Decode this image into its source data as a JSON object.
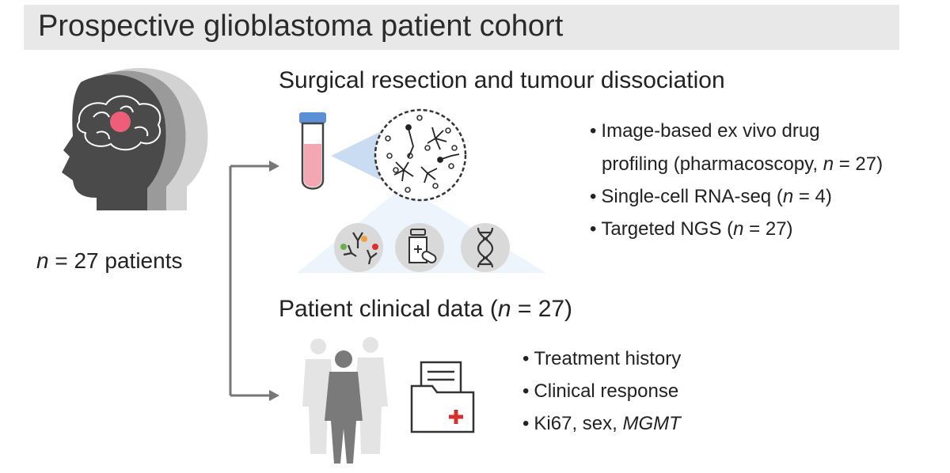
{
  "title": "Prospective glioblastoma patient cohort",
  "cohort": {
    "n_symbol": "n",
    "count_text": " = 27 patients"
  },
  "resection": {
    "heading": "Surgical resection and tumour dissociation",
    "bullets": [
      {
        "pre": "Image-based ex vivo drug",
        "cont": "profiling (pharmacoscopy, ",
        "n": "n",
        "post": " = 27)"
      },
      {
        "pre": "Single-cell RNA-seq (",
        "n": "n",
        "post": " = 4)"
      },
      {
        "pre": "Targeted NGS (",
        "n": "n",
        "post": " = 27)"
      }
    ]
  },
  "clinical": {
    "heading_pre": "Patient clinical data (",
    "heading_n": "n",
    "heading_post": " = 27)",
    "bullets": [
      {
        "text": "Treatment history"
      },
      {
        "text": "Clinical response"
      },
      {
        "pre": "Ki67, sex, ",
        "italic": "MGMT"
      }
    ]
  },
  "bullet_char": "•",
  "colors": {
    "title_bg": "#e8e8e8",
    "head_dark": "#4a4a4a",
    "head_mid": "#9a9a9a",
    "head_light": "#d2d2d2",
    "tumour": "#ef5e78",
    "tube_cap": "#5b8fd6",
    "tube_fluid": "#f2a7b3",
    "cone": "#c9dcf2",
    "arrow": "#777777"
  },
  "icons": [
    "head-silhouette-icon",
    "brain-icon",
    "tumour-icon",
    "test-tube-icon",
    "magnified-cells-icon",
    "antibody-icon",
    "drug-bottle-icon",
    "dna-icon",
    "patients-silhouette-icon",
    "medical-folder-icon",
    "arrow-icon"
  ]
}
